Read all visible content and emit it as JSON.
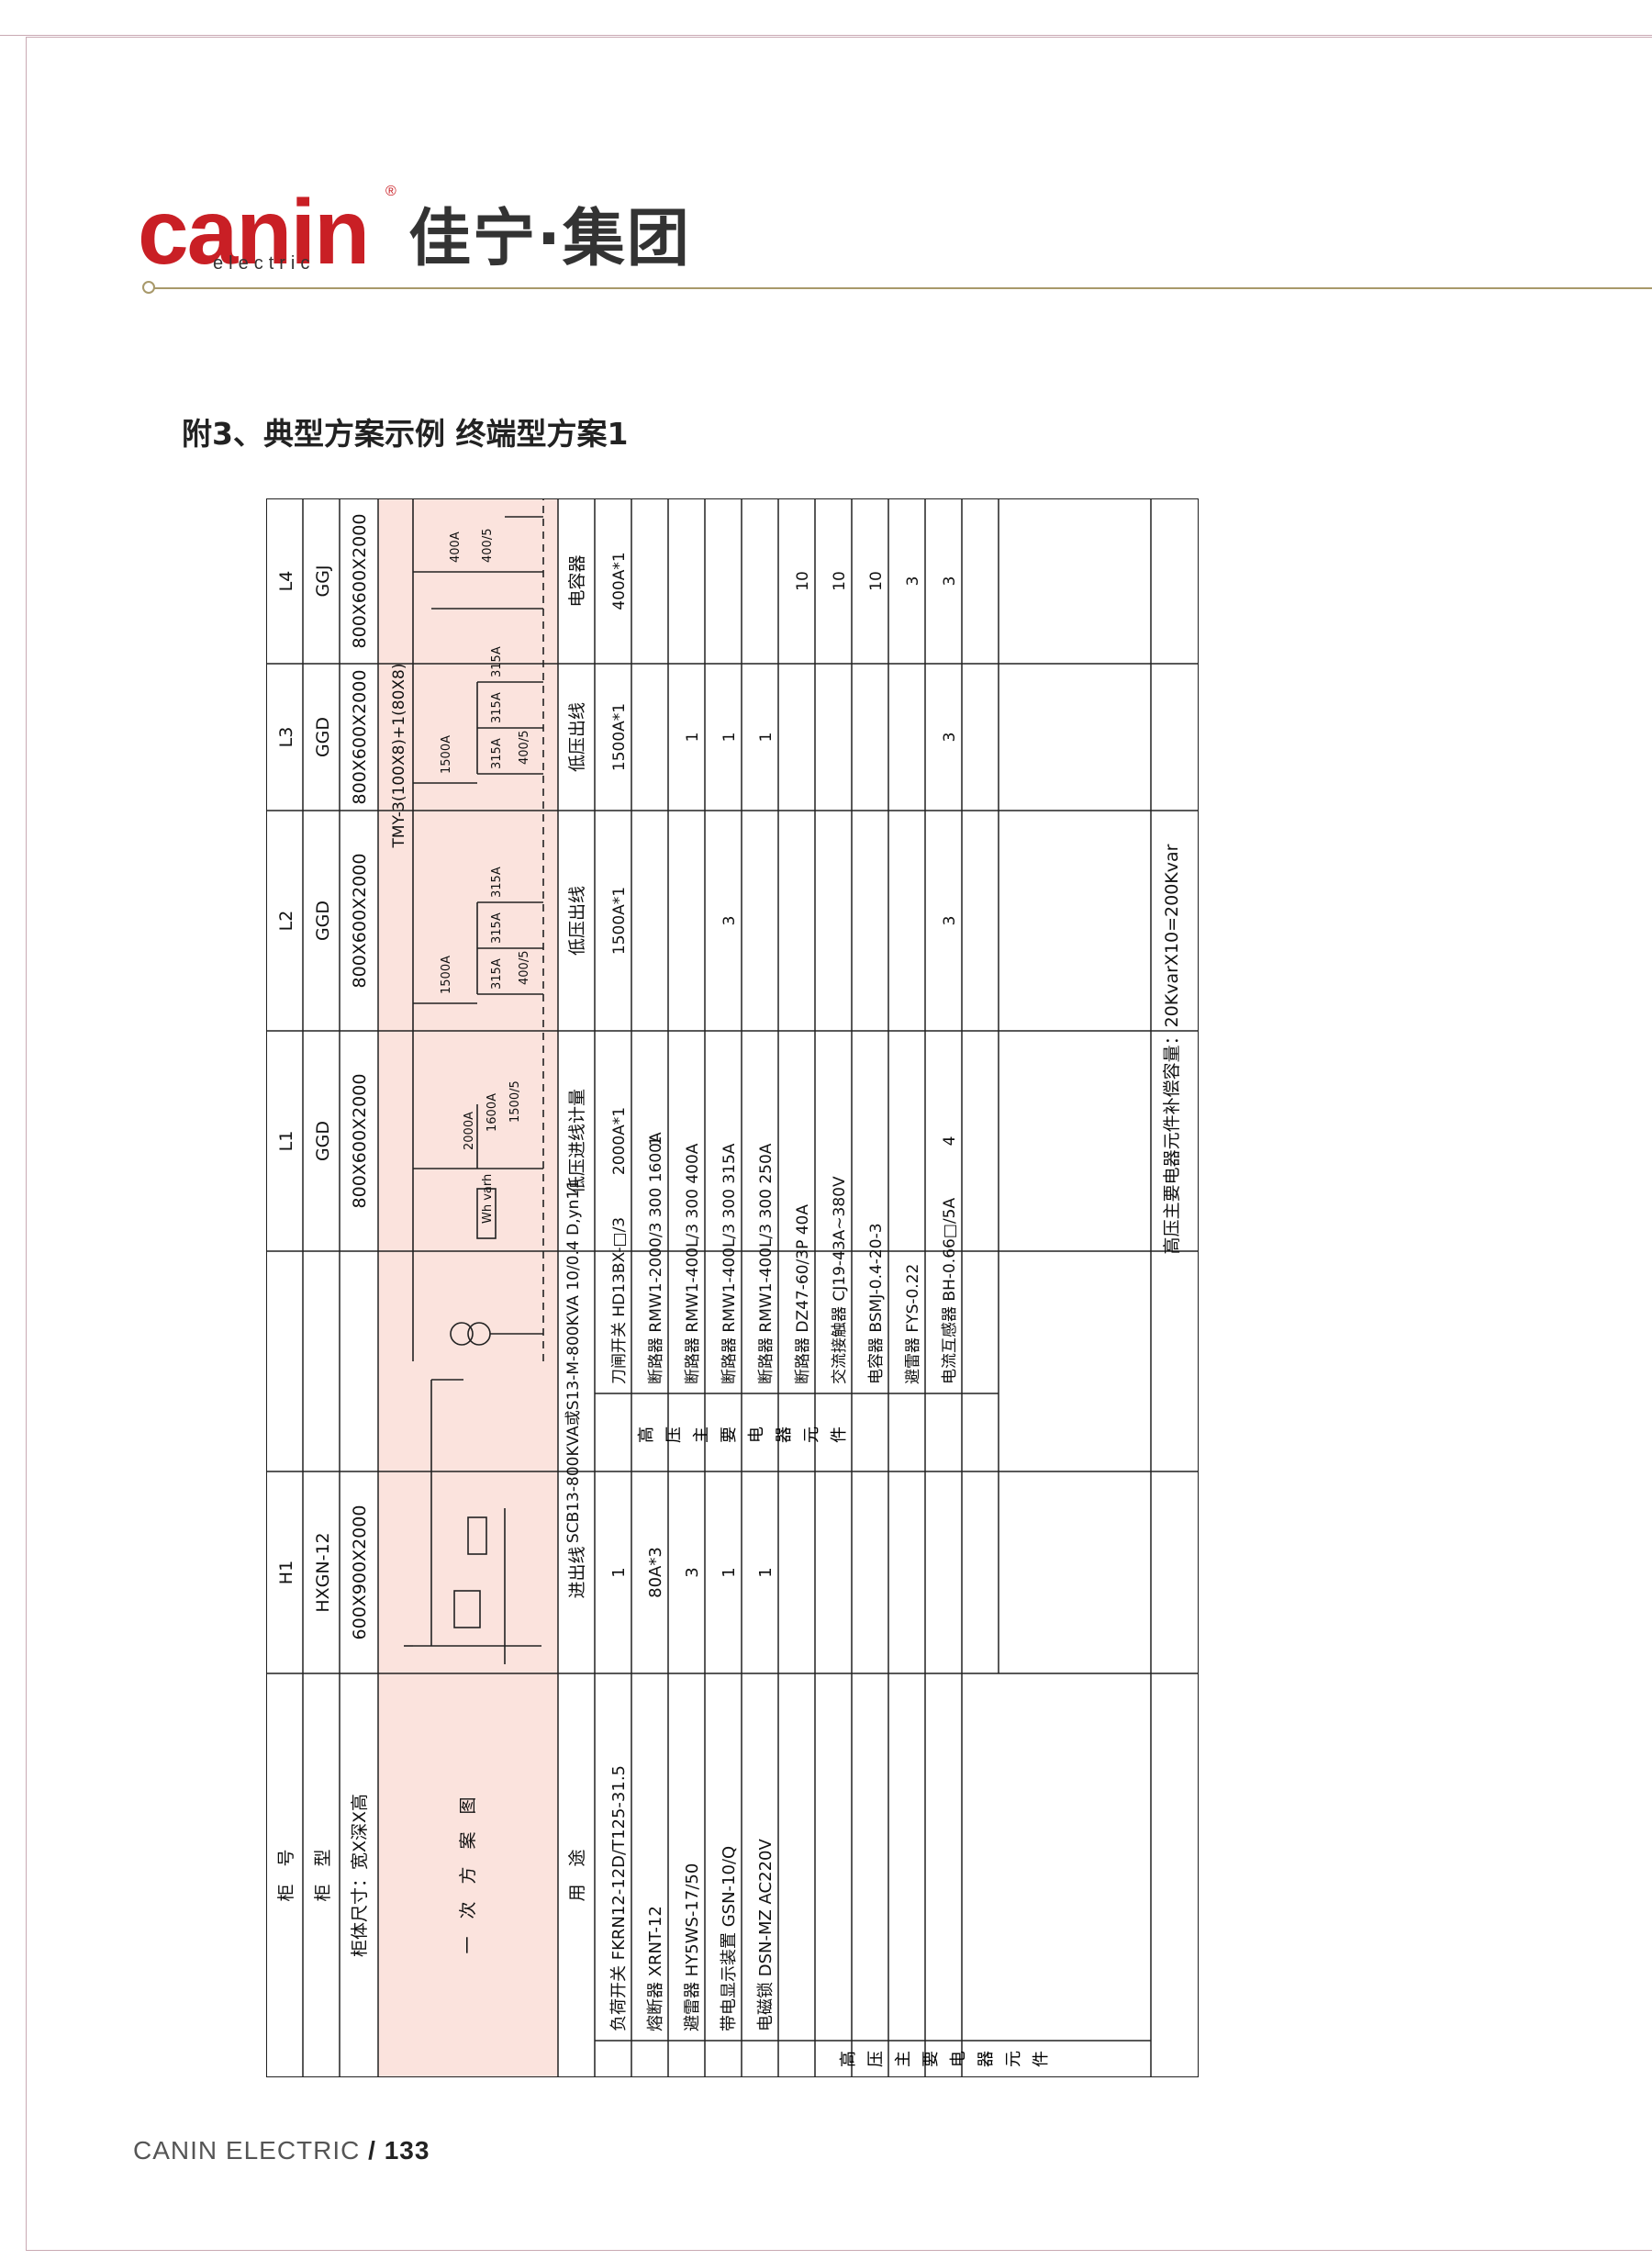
{
  "brand": {
    "logo_text": "canin",
    "logo_sub": "electric",
    "registered": "®",
    "cn_name": "佳宁·集团",
    "colors": {
      "red": "#c91f25",
      "rule": "#a8996a",
      "schematic_bg": "#fbe3dd"
    }
  },
  "heading": "附3、典型方案示例 终端型方案1",
  "footer": {
    "text": "CANIN ELECTRIC",
    "page": "/ 133"
  },
  "table": {
    "header_labels": {
      "cabinet_no": "柜　号",
      "cabinet_type": "柜　型",
      "dimensions": "柜体尺寸：宽X深X高",
      "scheme": "一　次　方　案　图",
      "usage": "用　途"
    },
    "columns": [
      {
        "no": "H1",
        "type": "HXGN-12",
        "size": "600X900X2000",
        "usage": "进出线"
      },
      {
        "no": "",
        "type": "",
        "size": "",
        "usage": "SCB13-800KVA或S13-M-800KVA 10/0.4 D,yn11"
      },
      {
        "no": "L1",
        "type": "GGD",
        "size": "800X600X2000",
        "usage": "低压进线计量"
      },
      {
        "no": "L2",
        "type": "GGD",
        "size": "800X600X2000",
        "usage": "低压出线"
      },
      {
        "no": "L3",
        "type": "GGD",
        "size": "800X600X2000",
        "usage": "低压出线"
      },
      {
        "no": "L4",
        "type": "GGJ",
        "size": "800X600X2000",
        "usage": "电容器"
      }
    ],
    "hv_group_label": "高压主要电器元件",
    "hv_items": [
      {
        "name": "负荷开关 FKRN12-12D/T125-31.5",
        "qty": "1"
      },
      {
        "name": "熔断器 XRNT-12",
        "qty": "80A*3"
      },
      {
        "name": "避雷器 HY5WS-17/50",
        "qty": "3"
      },
      {
        "name": "带电显示装置 GSN-10/Q",
        "qty": "1"
      },
      {
        "name": "电磁锁 DSN-MZ AC220V",
        "qty": "1"
      }
    ],
    "lv_group_label": "高压主要电器元件",
    "lv_items": [
      {
        "name": "刀闸开关 HD13BX-□/3",
        "l1": "2000A*1",
        "l2": "1500A*1",
        "l3": "1500A*1",
        "l4": "400A*1"
      },
      {
        "name": "断路器 RMW1-2000/3 300 1600A",
        "l1": "1",
        "l2": "",
        "l3": "",
        "l4": ""
      },
      {
        "name": "断路器 RMW1-400L/3 300 400A",
        "l1": "",
        "l2": "",
        "l3": "1",
        "l4": ""
      },
      {
        "name": "断路器 RMW1-400L/3 300 315A",
        "l1": "",
        "l2": "3",
        "l3": "1",
        "l4": ""
      },
      {
        "name": "断路器 RMW1-400L/3 300 250A",
        "l1": "",
        "l2": "",
        "l3": "1",
        "l4": ""
      },
      {
        "name": "断路器 DZ47-60/3P 40A",
        "l1": "",
        "l2": "",
        "l3": "",
        "l4": "10"
      },
      {
        "name": "交流接触器 CJ19-43A~380V",
        "l1": "",
        "l2": "",
        "l3": "",
        "l4": "10"
      },
      {
        "name": "电容器 BSMJ-0.4-20-3",
        "l1": "",
        "l2": "",
        "l3": "",
        "l4": "10"
      },
      {
        "name": "避雷器 FYS-0.22",
        "l1": "",
        "l2": "",
        "l3": "",
        "l4": "3"
      },
      {
        "name": "电流互感器 BH-0.66□/5A",
        "l1": "4",
        "l2": "3",
        "l3": "3",
        "l4": "3"
      }
    ],
    "note": "高压主要电器元件补偿容量：20KvarX10=200Kvar"
  },
  "schematic": {
    "busbar": "TMY-3(100X8)+1(80X8)",
    "meter": "Wh varh",
    "l1": {
      "switch": "2000A",
      "breaker": "1600A",
      "ct": "1500/5"
    },
    "l2": {
      "switch": "1500A",
      "feeders": [
        "315A",
        "315A",
        "315A"
      ],
      "ct": "400/5"
    },
    "l3": {
      "switch": "1500A",
      "feeders": [
        "315A",
        "315A",
        "315A"
      ],
      "ct": "400/5"
    },
    "l4": {
      "switch": "400A",
      "ct": "400/5"
    }
  }
}
